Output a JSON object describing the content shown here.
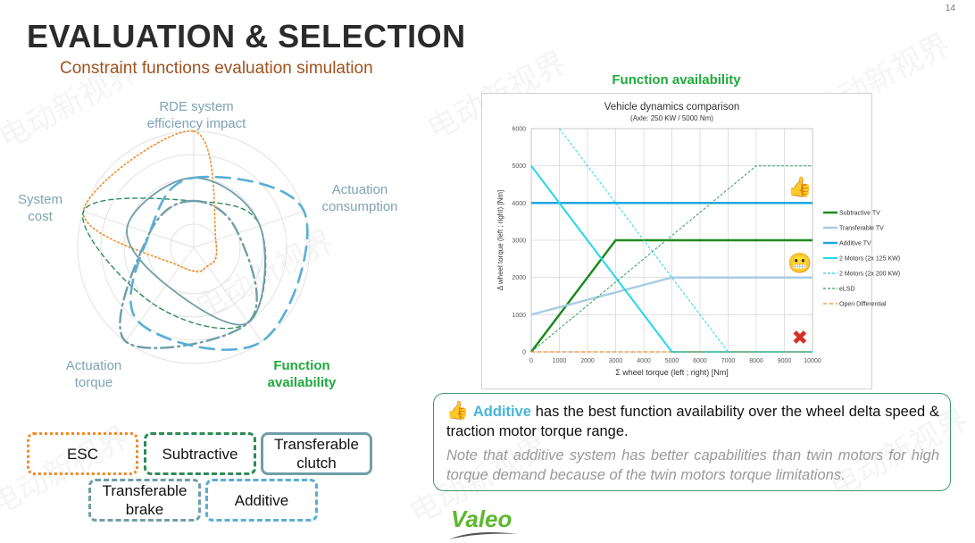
{
  "page_number": "14",
  "title": "EVALUATION & SELECTION",
  "subtitle": "Constraint functions evaluation simulation",
  "radar": {
    "axes": [
      {
        "line1": "RDE system",
        "line2": "efficiency impact"
      },
      {
        "line1": "Actuation",
        "line2": "consumption"
      },
      {
        "line1": "Function",
        "line2": "availability"
      },
      {
        "line1": "Actuation",
        "line2": "torque"
      },
      {
        "line1": "System",
        "line2": "cost"
      }
    ],
    "series": [
      {
        "key": "esc",
        "color": "#f08a24",
        "values": [
          5,
          1,
          1,
          1,
          5
        ]
      },
      {
        "key": "subtractive",
        "color": "#2e8b57",
        "values": [
          2,
          3,
          4,
          3,
          5
        ]
      },
      {
        "key": "transferable_clutch",
        "color": "#6f9ea8",
        "values": [
          3,
          3,
          4,
          2,
          3
        ]
      },
      {
        "key": "transferable_brake",
        "color": "#6f9ea8",
        "values": [
          2,
          2,
          4,
          5,
          2
        ]
      },
      {
        "key": "additive",
        "color": "#5aaed6",
        "values": [
          3,
          5,
          5,
          4,
          2
        ]
      }
    ]
  },
  "legend": {
    "esc": "ESC",
    "subtractive": "Subtractive",
    "clutch_1": "Transferable",
    "clutch_2": "clutch",
    "brake_1": "Transferable",
    "brake_2": "brake",
    "additive": "Additive"
  },
  "function_availability_title": "Function availability",
  "chart_data": {
    "type": "line",
    "title": "Vehicle dynamics comparison",
    "subtitle": "(Axle: 250 KW / 5000 Nm)",
    "xlabel": "Σ wheel torque (left ; right) [Nm]",
    "ylabel": "Δ wheel torque (left ; right) [Nm]",
    "xlim": [
      0,
      10000
    ],
    "ylim": [
      0,
      6000
    ],
    "xticks": [
      "0",
      "1000",
      "2000",
      "3000",
      "4000",
      "5000",
      "6000",
      "7000",
      "8000",
      "9000",
      "10000"
    ],
    "yticks": [
      "0",
      "1000",
      "2000",
      "3000",
      "4000",
      "5000",
      "6000"
    ],
    "grid": true,
    "legend_position": "right",
    "series": [
      {
        "name": "Subtractive TV",
        "color": "#1e8a1e",
        "dash": "solid",
        "width": 2.5,
        "x": [
          0,
          3000,
          10000
        ],
        "y": [
          0,
          3000,
          3000
        ]
      },
      {
        "name": "Transferable TV",
        "color": "#a9cce3",
        "dash": "solid",
        "width": 2.5,
        "x": [
          0,
          5000,
          10000
        ],
        "y": [
          1000,
          2000,
          2000
        ]
      },
      {
        "name": "Additive TV",
        "color": "#1ea7e0",
        "dash": "solid",
        "width": 2.5,
        "x": [
          0,
          10000
        ],
        "y": [
          4000,
          4000
        ]
      },
      {
        "name": "2 Motors (2x 125 KW)",
        "color": "#22d8e8",
        "dash": "solid",
        "width": 2,
        "x": [
          0,
          5000,
          10000
        ],
        "y": [
          5000,
          0,
          0
        ]
      },
      {
        "name": "2 Motors (2x 200 KW)",
        "color": "#22d8e8",
        "dash": "3,2",
        "width": 1,
        "x": [
          1000,
          7000,
          10000
        ],
        "y": [
          6000,
          0,
          0
        ]
      },
      {
        "name": "eLSD",
        "color": "#2ea05a",
        "dash": "3,2",
        "width": 1,
        "x": [
          0,
          8000,
          10000
        ],
        "y": [
          0,
          5000,
          5000
        ]
      },
      {
        "name": "Open Differential",
        "color": "#f08a24",
        "dash": "4,3",
        "width": 1.2,
        "x": [
          0,
          10000
        ],
        "y": [
          0,
          0
        ]
      }
    ],
    "icons": [
      {
        "name": "thumbs-up-icon",
        "glyph": "👍",
        "x": 9550,
        "y": 4450
      },
      {
        "name": "grimace-face-icon",
        "glyph": "😬",
        "x": 9550,
        "y": 2400
      },
      {
        "name": "red-cross-icon",
        "glyph": "✖",
        "x": 9550,
        "y": 400
      }
    ]
  },
  "note": {
    "icon": "👍",
    "highlight": "Additive",
    "line1_rest": " has the best function availability over the wheel delta speed & traction motor torque range.",
    "line2": "Note that additive system has better capabilities than twin motors for high torque demand because of the twin motors torque limitations."
  },
  "logo": "Valeo",
  "watermark": "电动新视界"
}
